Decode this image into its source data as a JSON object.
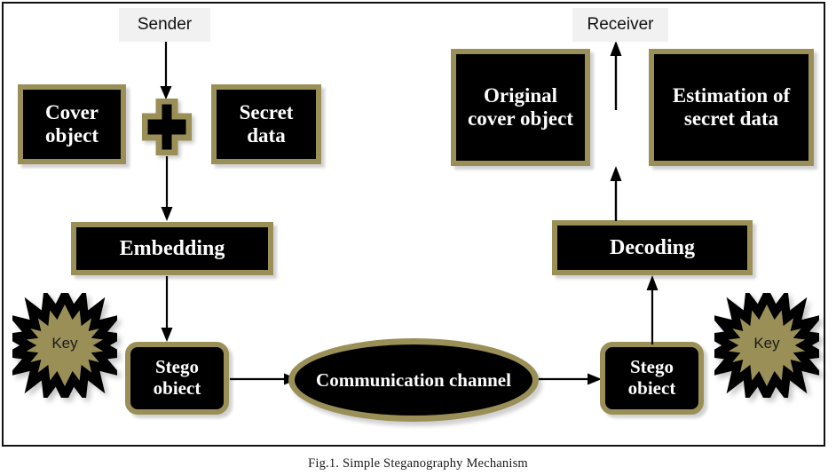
{
  "figure": {
    "caption": "Fig.1. Simple Steganography Mechanism",
    "colors": {
      "box_border_olive": "#9a9057",
      "box_fill_black": "#000000",
      "star_fill_olive": "#9a9057",
      "star_stroke_black": "#000000",
      "label_bg_grey": "#f1f1f1",
      "frame_border": "#111111",
      "text_white": "#ffffff",
      "text_black": "#101010"
    }
  },
  "labels": {
    "sender": "Sender",
    "receiver": "Receiver"
  },
  "sender_side": {
    "cover_object": "Cover object",
    "secret_data": "Secret data",
    "embedding": "Embedding",
    "stego_object": "Stego obiect",
    "key": "Key",
    "combine_operator": "plus-operator"
  },
  "channel": {
    "communication_channel": "Communication channel"
  },
  "receiver_side": {
    "original_cover_object": "Original cover object",
    "estimation_of_secret_data": "Estimation of secret data",
    "decoding": "Decoding",
    "stego_object": "Stego obiect",
    "key": "Key"
  },
  "connectors": [
    {
      "name": "sender-to-plus",
      "from": "sender",
      "to": "plus-operator",
      "direction": "down"
    },
    {
      "name": "plus-to-embedding",
      "from": "plus-operator",
      "to": "embedding",
      "direction": "down"
    },
    {
      "name": "embedding-to-stego",
      "from": "embedding",
      "to": "stego-object-left",
      "direction": "down"
    },
    {
      "name": "stego-to-channel",
      "from": "stego-object-left",
      "to": "communication-channel",
      "direction": "right"
    },
    {
      "name": "channel-to-stego-right",
      "from": "communication-channel",
      "to": "stego-object-right",
      "direction": "right"
    },
    {
      "name": "stego-right-to-decoding",
      "from": "stego-object-right",
      "to": "decoding",
      "direction": "up"
    },
    {
      "name": "decoding-to-outputs",
      "from": "decoding",
      "to": "receiver-outputs",
      "direction": "up"
    },
    {
      "name": "outputs-to-receiver",
      "from": "receiver-outputs",
      "to": "receiver",
      "direction": "up"
    }
  ]
}
